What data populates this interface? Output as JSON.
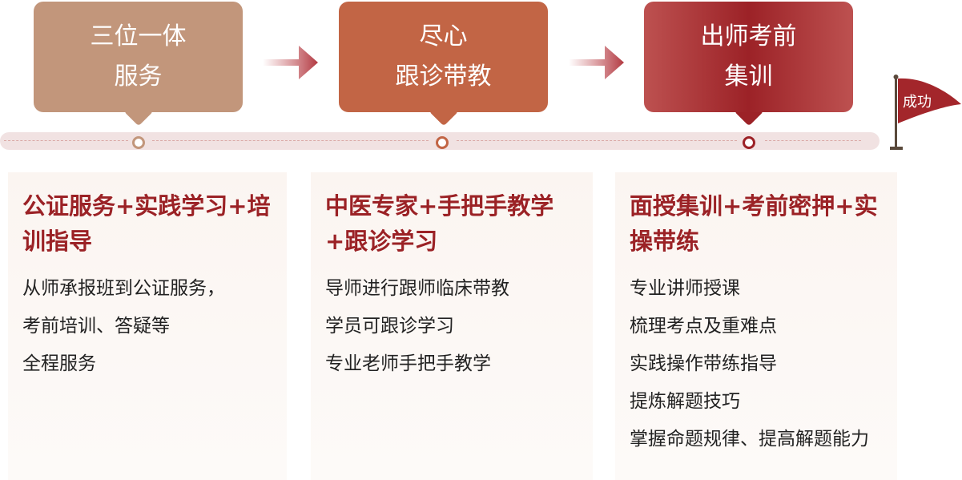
{
  "steps": [
    {
      "title_l1": "三位一体",
      "title_l2": "服务"
    },
    {
      "title_l1": "尽心",
      "title_l2": "跟诊带教"
    },
    {
      "title_l1": "出师考前",
      "title_l2": "集训"
    }
  ],
  "flag": {
    "label": "成功"
  },
  "cards": [
    {
      "title": "公证服务+实践学习+培训指导",
      "lines": [
        "从师承报班到公证服务，",
        "考前培训、答疑等",
        "全程服务"
      ]
    },
    {
      "title": "中医专家+手把手教学+跟诊学习",
      "lines": [
        "导师进行跟师临床带教",
        "学员可跟诊学习",
        "专业老师手把手教学"
      ]
    },
    {
      "title": "面授集训+考前密押+实操带练",
      "lines": [
        "专业讲师授课",
        "梳理考点及重难点",
        "实践操作带练指导",
        "提炼解题技巧",
        "掌握命题规律、提高解题能力"
      ]
    }
  ],
  "colors": {
    "step1": "#c2967b",
    "step2": "#c26545",
    "step3": "#9c2227",
    "title": "#9b2226"
  }
}
